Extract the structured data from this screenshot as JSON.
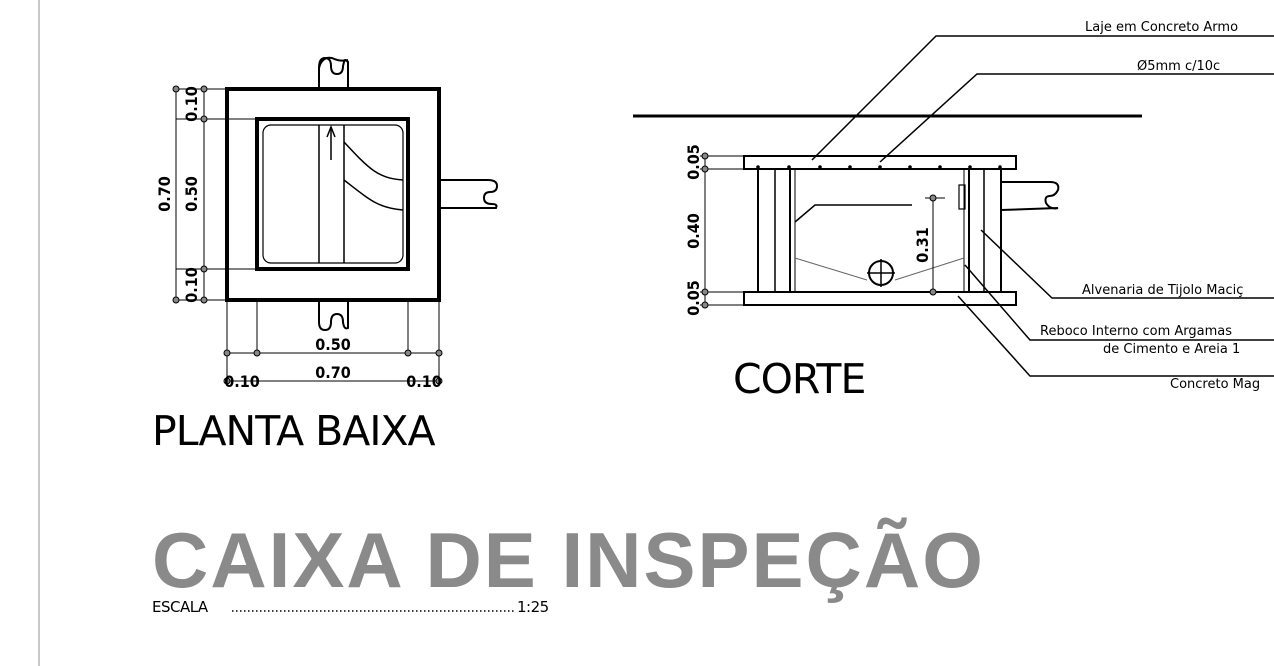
{
  "planta": {
    "title": "PLANTA BAIXA",
    "dims": {
      "left_total": "0.70",
      "left_inner": "0.50",
      "left_top": "0.10",
      "left_bottom": "0.10",
      "bottom_inner": "0.50",
      "bottom_total": "0.70",
      "bottom_left": "0.10",
      "bottom_right": "0.10"
    }
  },
  "corte": {
    "title": "CORTE",
    "dims": {
      "top": "0.05",
      "middle": "0.40",
      "bottom": "0.05",
      "inner_height": "0.31"
    },
    "labels": {
      "laje": "Laje em Concreto Armo",
      "aco": "Ø5mm c/10c",
      "alvenaria": "Alvenaria de Tijolo Maciç",
      "reboco_1": "Reboco Interno com Argamas",
      "reboco_2": "de Cimento e Areia 1",
      "concreto": "Concreto Mag"
    }
  },
  "main_title": "CAIXA DE INSPEÇÃO",
  "escala": {
    "label": "ESCALA",
    "value": "1:25"
  }
}
